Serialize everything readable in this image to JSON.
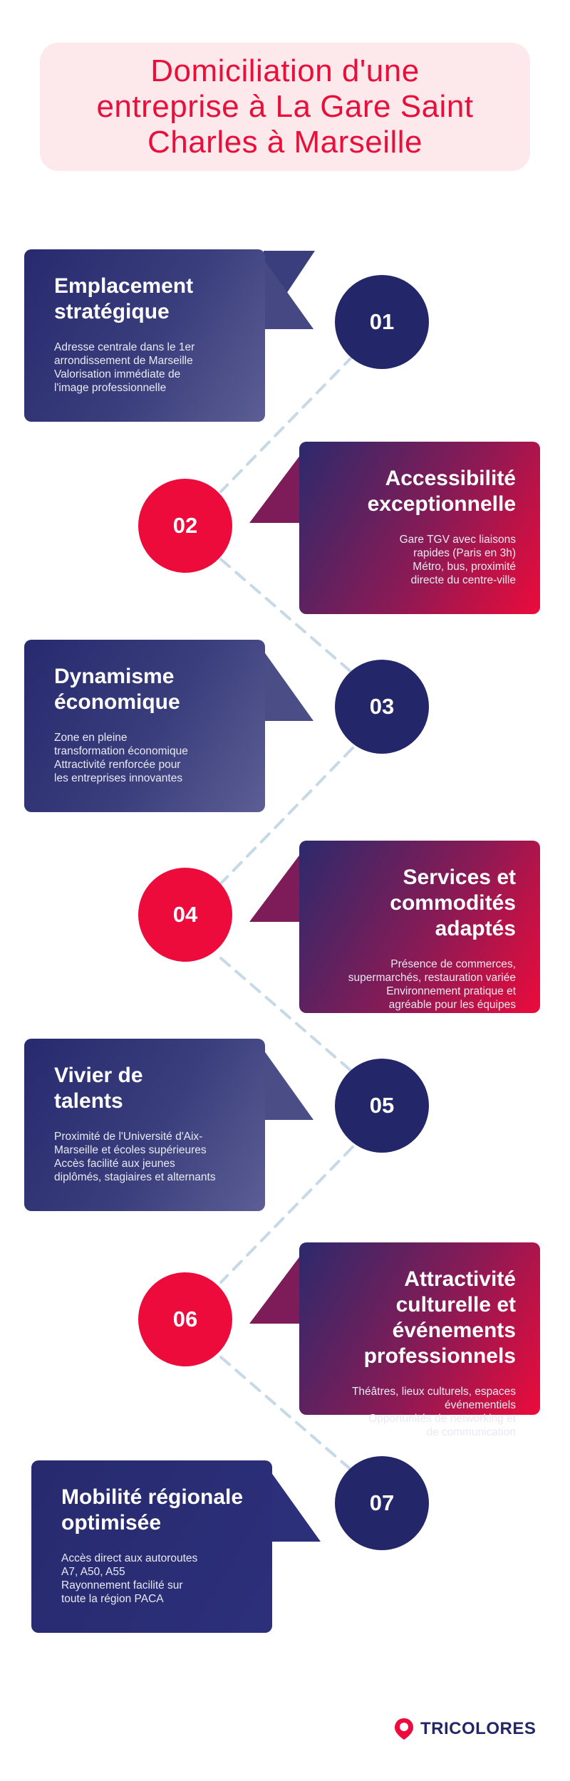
{
  "title": "Domiciliation d'une\nentreprise à La Gare Saint\nCharles à Marseille",
  "steps": [
    {
      "number": "01",
      "heading": "Emplacement\nstratégique",
      "text": "Adresse centrale dans le 1er\narrondissement de Marseille\n Valorisation immédiate de\nl'image professionnelle"
    },
    {
      "number": "02",
      "heading": "Accessibilité\nexceptionnelle",
      "text": "Gare TGV avec liaisons\nrapides (Paris en 3h)\nMétro, bus, proximité\ndirecte du centre-ville"
    },
    {
      "number": "03",
      "heading": "Dynamisme\néconomique",
      "text": "Zone en pleine\ntransformation économique\nAttractivité renforcée pour\nles entreprises innovantes"
    },
    {
      "number": "04",
      "heading": "Services et\ncommodités\nadaptés",
      "text": "Présence de commerces,\nsupermarchés, restauration variée\nEnvironnement pratique et\nagréable pour les équipes"
    },
    {
      "number": "05",
      "heading": "Vivier de\ntalents",
      "text": "Proximité de l'Université d'Aix-\nMarseille et écoles supérieures\n Accès facilité aux jeunes\ndiplômés, stagiaires et alternants"
    },
    {
      "number": "06",
      "heading": "Attractivité\nculturelle et\névénements\nprofessionnels",
      "text": "Théâtres, lieux culturels, espaces\névénementiels\nOpportunités de networking et\nde communication"
    },
    {
      "number": "07",
      "heading": "Mobilité régionale\noptimisée",
      "text": "Accès direct aux autoroutes\nA7, A50, A55\nRayonnement facilité sur\ntoute la région PACA"
    }
  ],
  "logo": {
    "text": "TRICOLORES",
    "icon": "location-pin-icon"
  },
  "colors": {
    "navy": "#232668",
    "red": "#ec0b3b",
    "title_bg": "#fde9ec",
    "title_text": "#e8103a",
    "connector": "#c5d9e6"
  }
}
